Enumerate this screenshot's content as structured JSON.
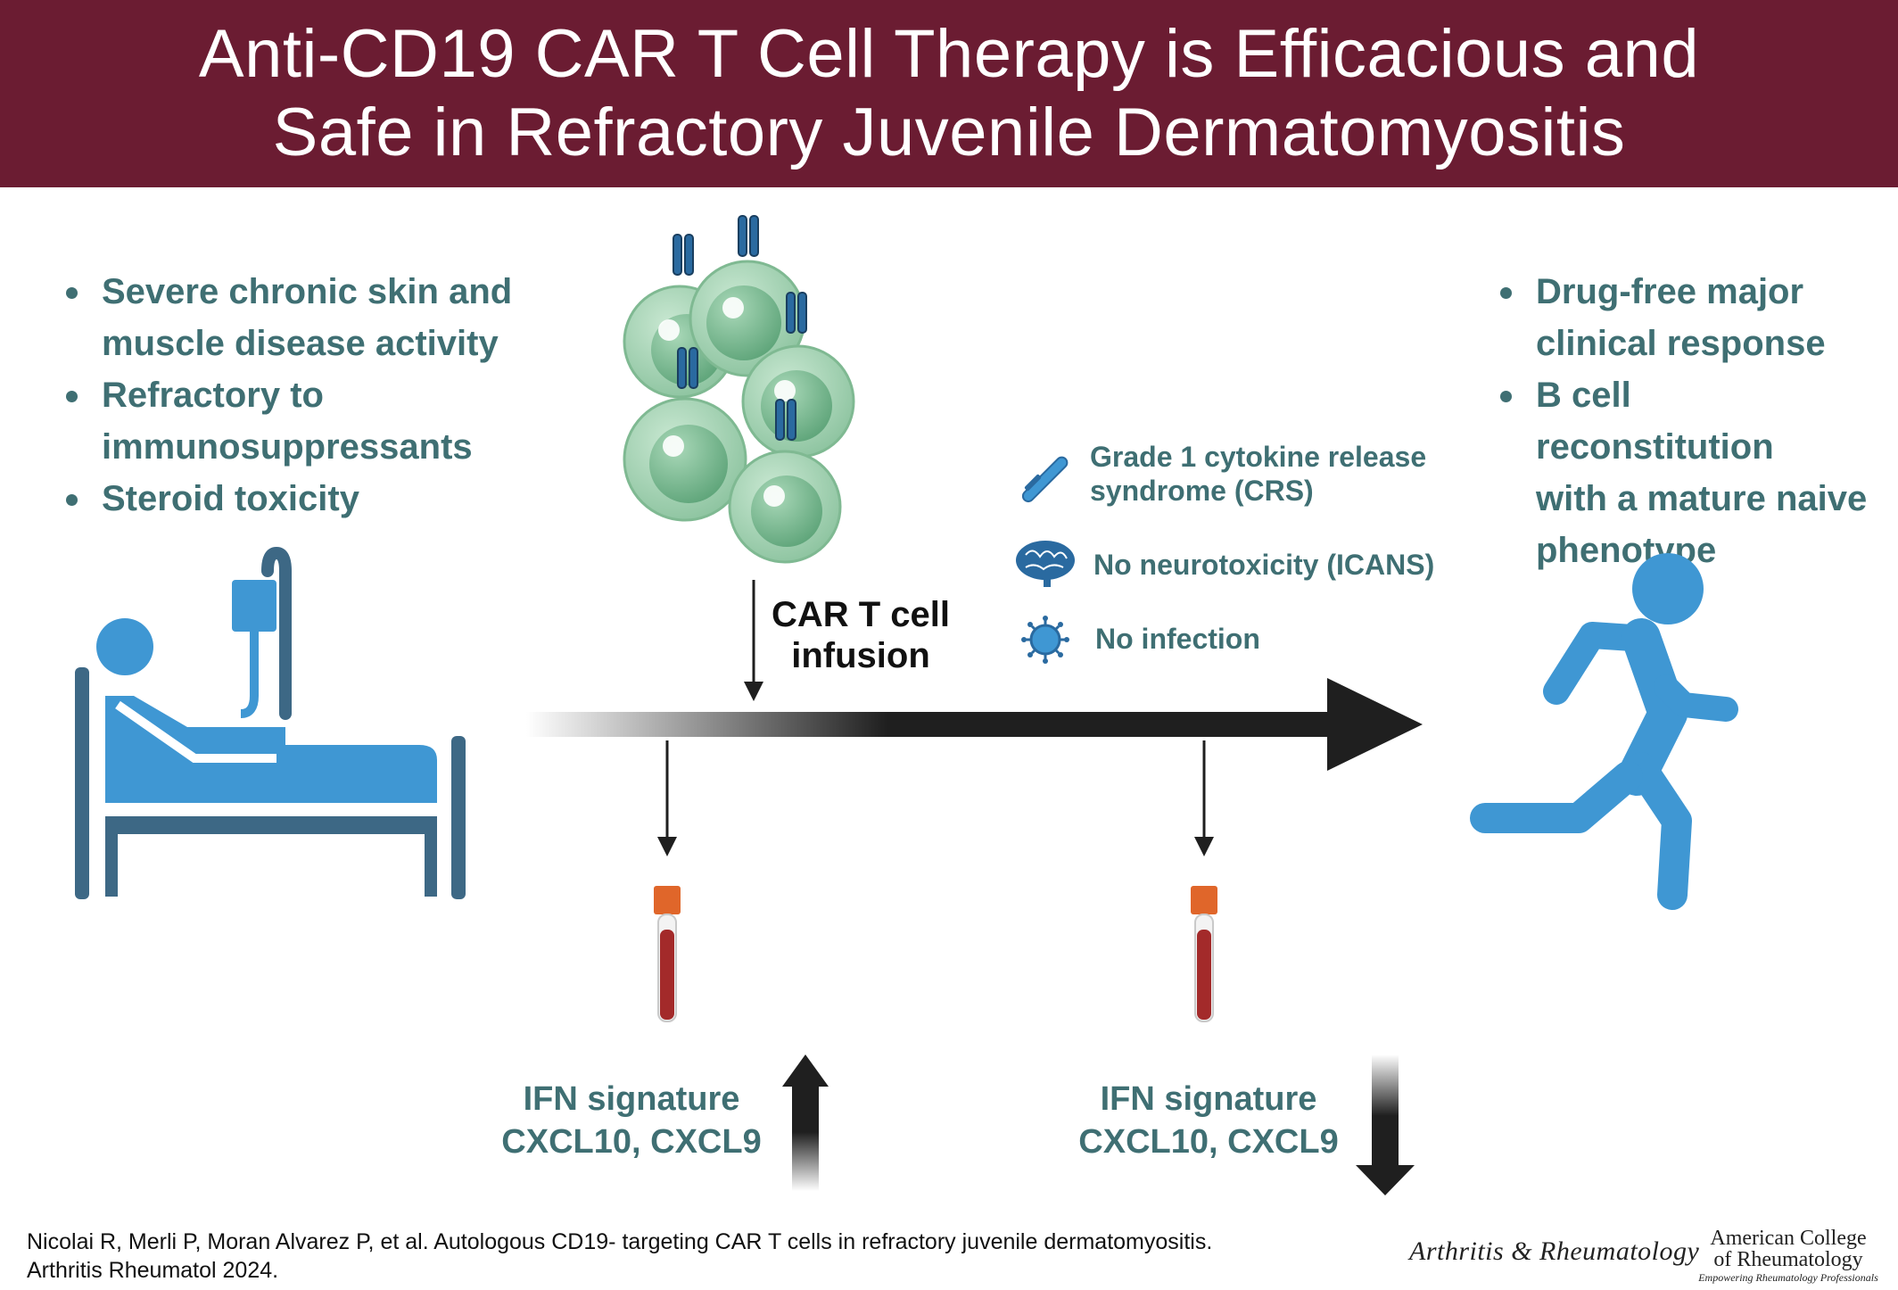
{
  "title": {
    "line1": "Anti-CD19 CAR T Cell Therapy is Efficacious and",
    "line2": "Safe in Refractory Juvenile Dermatomyositis"
  },
  "before_treatment": {
    "bullets": [
      {
        "line1": "Severe chronic skin and",
        "line2": "muscle disease activity"
      },
      {
        "line1": "Refractory to",
        "line2": "immunosuppressants"
      },
      {
        "line1": "Steroid toxicity",
        "line2": ""
      }
    ]
  },
  "infusion_label": {
    "line1": "CAR T cell",
    "line2": "infusion"
  },
  "safety": [
    {
      "icon": "thermometer-icon",
      "line1": "Grade 1 cytokine release",
      "line2": "syndrome (CRS)"
    },
    {
      "icon": "brain-icon",
      "line1": "No neurotoxicity (ICANS)",
      "line2": ""
    },
    {
      "icon": "virus-icon",
      "line1": "No infection",
      "line2": ""
    }
  ],
  "outcome": {
    "bullets": [
      {
        "line1": "Drug-free major",
        "line2": "clinical response"
      },
      {
        "line1": "B cell reconstitution",
        "line2": "with a mature naive",
        "line3": "phenotype"
      }
    ]
  },
  "biomarkers": {
    "before": {
      "line1": "IFN signature",
      "line2": "CXCL10, CXCL9",
      "trend": "up"
    },
    "after": {
      "line1": "IFN signature",
      "line2": "CXCL10, CXCL9",
      "trend": "down"
    }
  },
  "citation": {
    "line1": "Nicolai R, Merli P, Moran Alvarez P, et al. Autologous CD19- targeting CAR T cells in refractory juvenile dermatomyositis.",
    "line2": "Arthritis Rheumatol 2024."
  },
  "logos": {
    "journal": "Arthritis & Rheumatology",
    "acr_line1": "American College",
    "acr_line2": "of Rheumatology",
    "acr_tagline": "Empowering Rheumatology Professionals"
  },
  "colors": {
    "header_bg": "#6b1c32",
    "text_teal": "#3f6f73",
    "figure_blue": "#3f97d3",
    "bed_dark": "#3d6885",
    "cell_green": "#9fd0ad",
    "receptor_blue": "#2a6aa0",
    "tube_cap": "#e0662a",
    "blood": "#a32a2a"
  }
}
